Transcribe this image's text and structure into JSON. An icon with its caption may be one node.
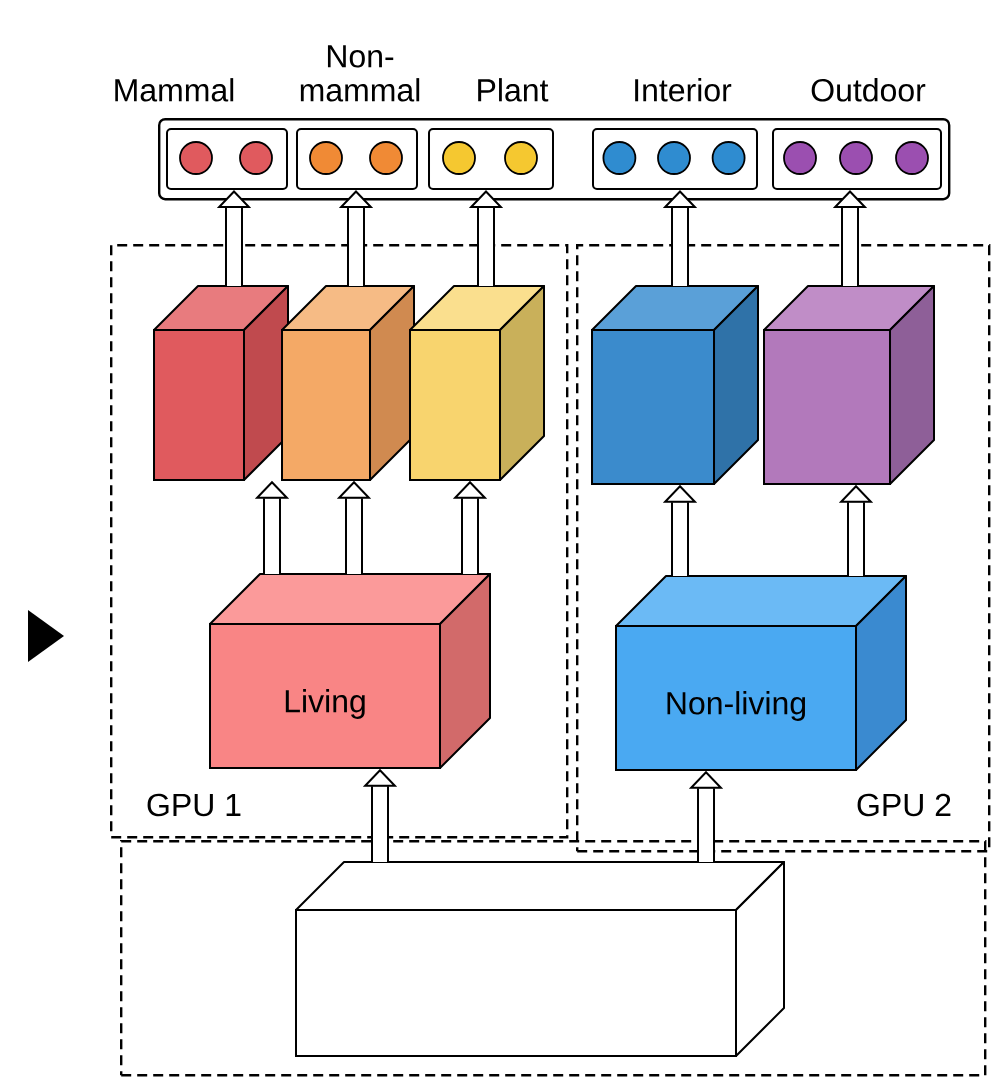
{
  "diagram": {
    "nodes": [
      {
        "text": [],
        "shape": "box"
      },
      {
        "text": [
          "Mammal"
        ],
        "in": 0
      },
      {
        "text": [
          "Non-mammal"
        ],
        "in": 0
      },
      {
        "text": [
          "Plant"
        ],
        "in": 0
      },
      {
        "text": [
          "Interior"
        ],
        "in": 0
      },
      {
        "text": [
          "Outdoor"
        ],
        "in": 0
      },
      {
        "text": [
          "GPU 1"
        ]
      },
      {
        "text": [],
        "shape": "box",
        "in": 6
      },
      {
        "text": [],
        "shape": "box",
        "in": 6
      },
      {
        "text": [],
        "shape": "box",
        "in": 6
      },
      {
        "text": [
          "Living"
        ],
        "in": 6
      },
      {
        "text": [
          "GPU 2"
        ]
      },
      {
        "text": [],
        "shape": "box",
        "in": 11
      },
      {
        "text": [],
        "shape": "box",
        "in": 11
      },
      {
        "text": [
          "Non-living"
        ],
        "in": 11
      },
      {
        "text": [],
        "shape": "box"
      },
      {
        "text": [],
        "shape": "box",
        "in": 15
      }
    ],
    "edges": [
      {
        "from": 16,
        "to": 10,
        "arrow": "to"
      },
      {
        "from": 16,
        "to": 14,
        "arrow": "to"
      },
      {
        "from": 10,
        "to": 7,
        "arrow": "to"
      },
      {
        "from": 10,
        "to": 8,
        "arrow": "to"
      },
      {
        "from": 10,
        "to": 9,
        "arrow": "to"
      },
      {
        "from": 14,
        "to": 12,
        "arrow": "to"
      },
      {
        "from": 14,
        "to": 13,
        "arrow": "to"
      },
      {
        "from": 7,
        "to": 1,
        "arrow": "to"
      },
      {
        "from": 8,
        "to": 2,
        "arrow": "to"
      },
      {
        "from": 9,
        "to": 3,
        "arrow": "to"
      },
      {
        "from": 12,
        "to": 4,
        "arrow": "to"
      },
      {
        "from": 13,
        "to": 5,
        "arrow": "to"
      }
    ]
  }
}
